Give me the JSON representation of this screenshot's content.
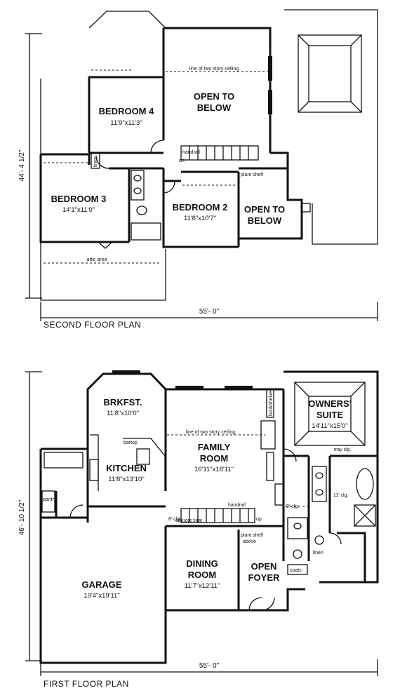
{
  "second_floor": {
    "title": "SECOND FLOOR PLAN",
    "overall_width": "55'- 0\"",
    "overall_depth": "44'- 4 1/2\"",
    "rooms": {
      "bedroom4": {
        "name": "BEDROOM 4",
        "size": "11'9\"x11'3\""
      },
      "bedroom3": {
        "name": "BEDROOM 3",
        "size": "14'1\"x11'0\""
      },
      "bedroom2": {
        "name": "BEDROOM 2",
        "size": "11'8\"x10'7\""
      },
      "open1": {
        "line1": "OPEN TO",
        "line2": "BELOW"
      },
      "open2": {
        "line1": "OPEN TO",
        "line2": "BELOW"
      }
    },
    "notes": {
      "two_story": "line of two story ceiling",
      "handrail": "handrail",
      "dn": "dn",
      "plant_shelf": "plant shelf",
      "linen": "linen",
      "attic": "attic area"
    }
  },
  "first_floor": {
    "title": "FIRST FLOOR PLAN",
    "overall_width": "55'- 0\"",
    "overall_depth": "46'- 10 1/2\"",
    "rooms": {
      "brkfst": {
        "name": "BRKFST.",
        "size": "11'8\"x10'0\""
      },
      "kitchen": {
        "name": "KITCHEN",
        "size": "11'8\"x13'10\""
      },
      "family": {
        "line1": "FAMILY",
        "line2": "ROOM",
        "size": "16'11\"x18'11\""
      },
      "owners": {
        "line1": "OWNERS'",
        "line2": "SUITE",
        "size": "14'11\"x15'0\""
      },
      "garage": {
        "name": "GARAGE",
        "size": "19'4\"x19'11\""
      },
      "dining": {
        "line1": "DINING",
        "line2": "ROOM",
        "size": "11'7\"x12'11\""
      },
      "foyer": {
        "line1": "OPEN",
        "line2": "FOYER"
      }
    },
    "notes": {
      "two_story": "line of two story ceiling",
      "handrail": "handrail",
      "up": "up",
      "plant_shelf": "plant shelf",
      "above": "above",
      "bar_top": "bartop",
      "pantry": "pantry",
      "coats": "coats",
      "linen": "linen",
      "tray": "tray clg.",
      "clg9": "9' clg.",
      "clg11": "11' clg.",
      "clg8": "8' clg.",
      "bookshelves": "bookshelves",
      "attic_storage": "attic storage"
    }
  }
}
